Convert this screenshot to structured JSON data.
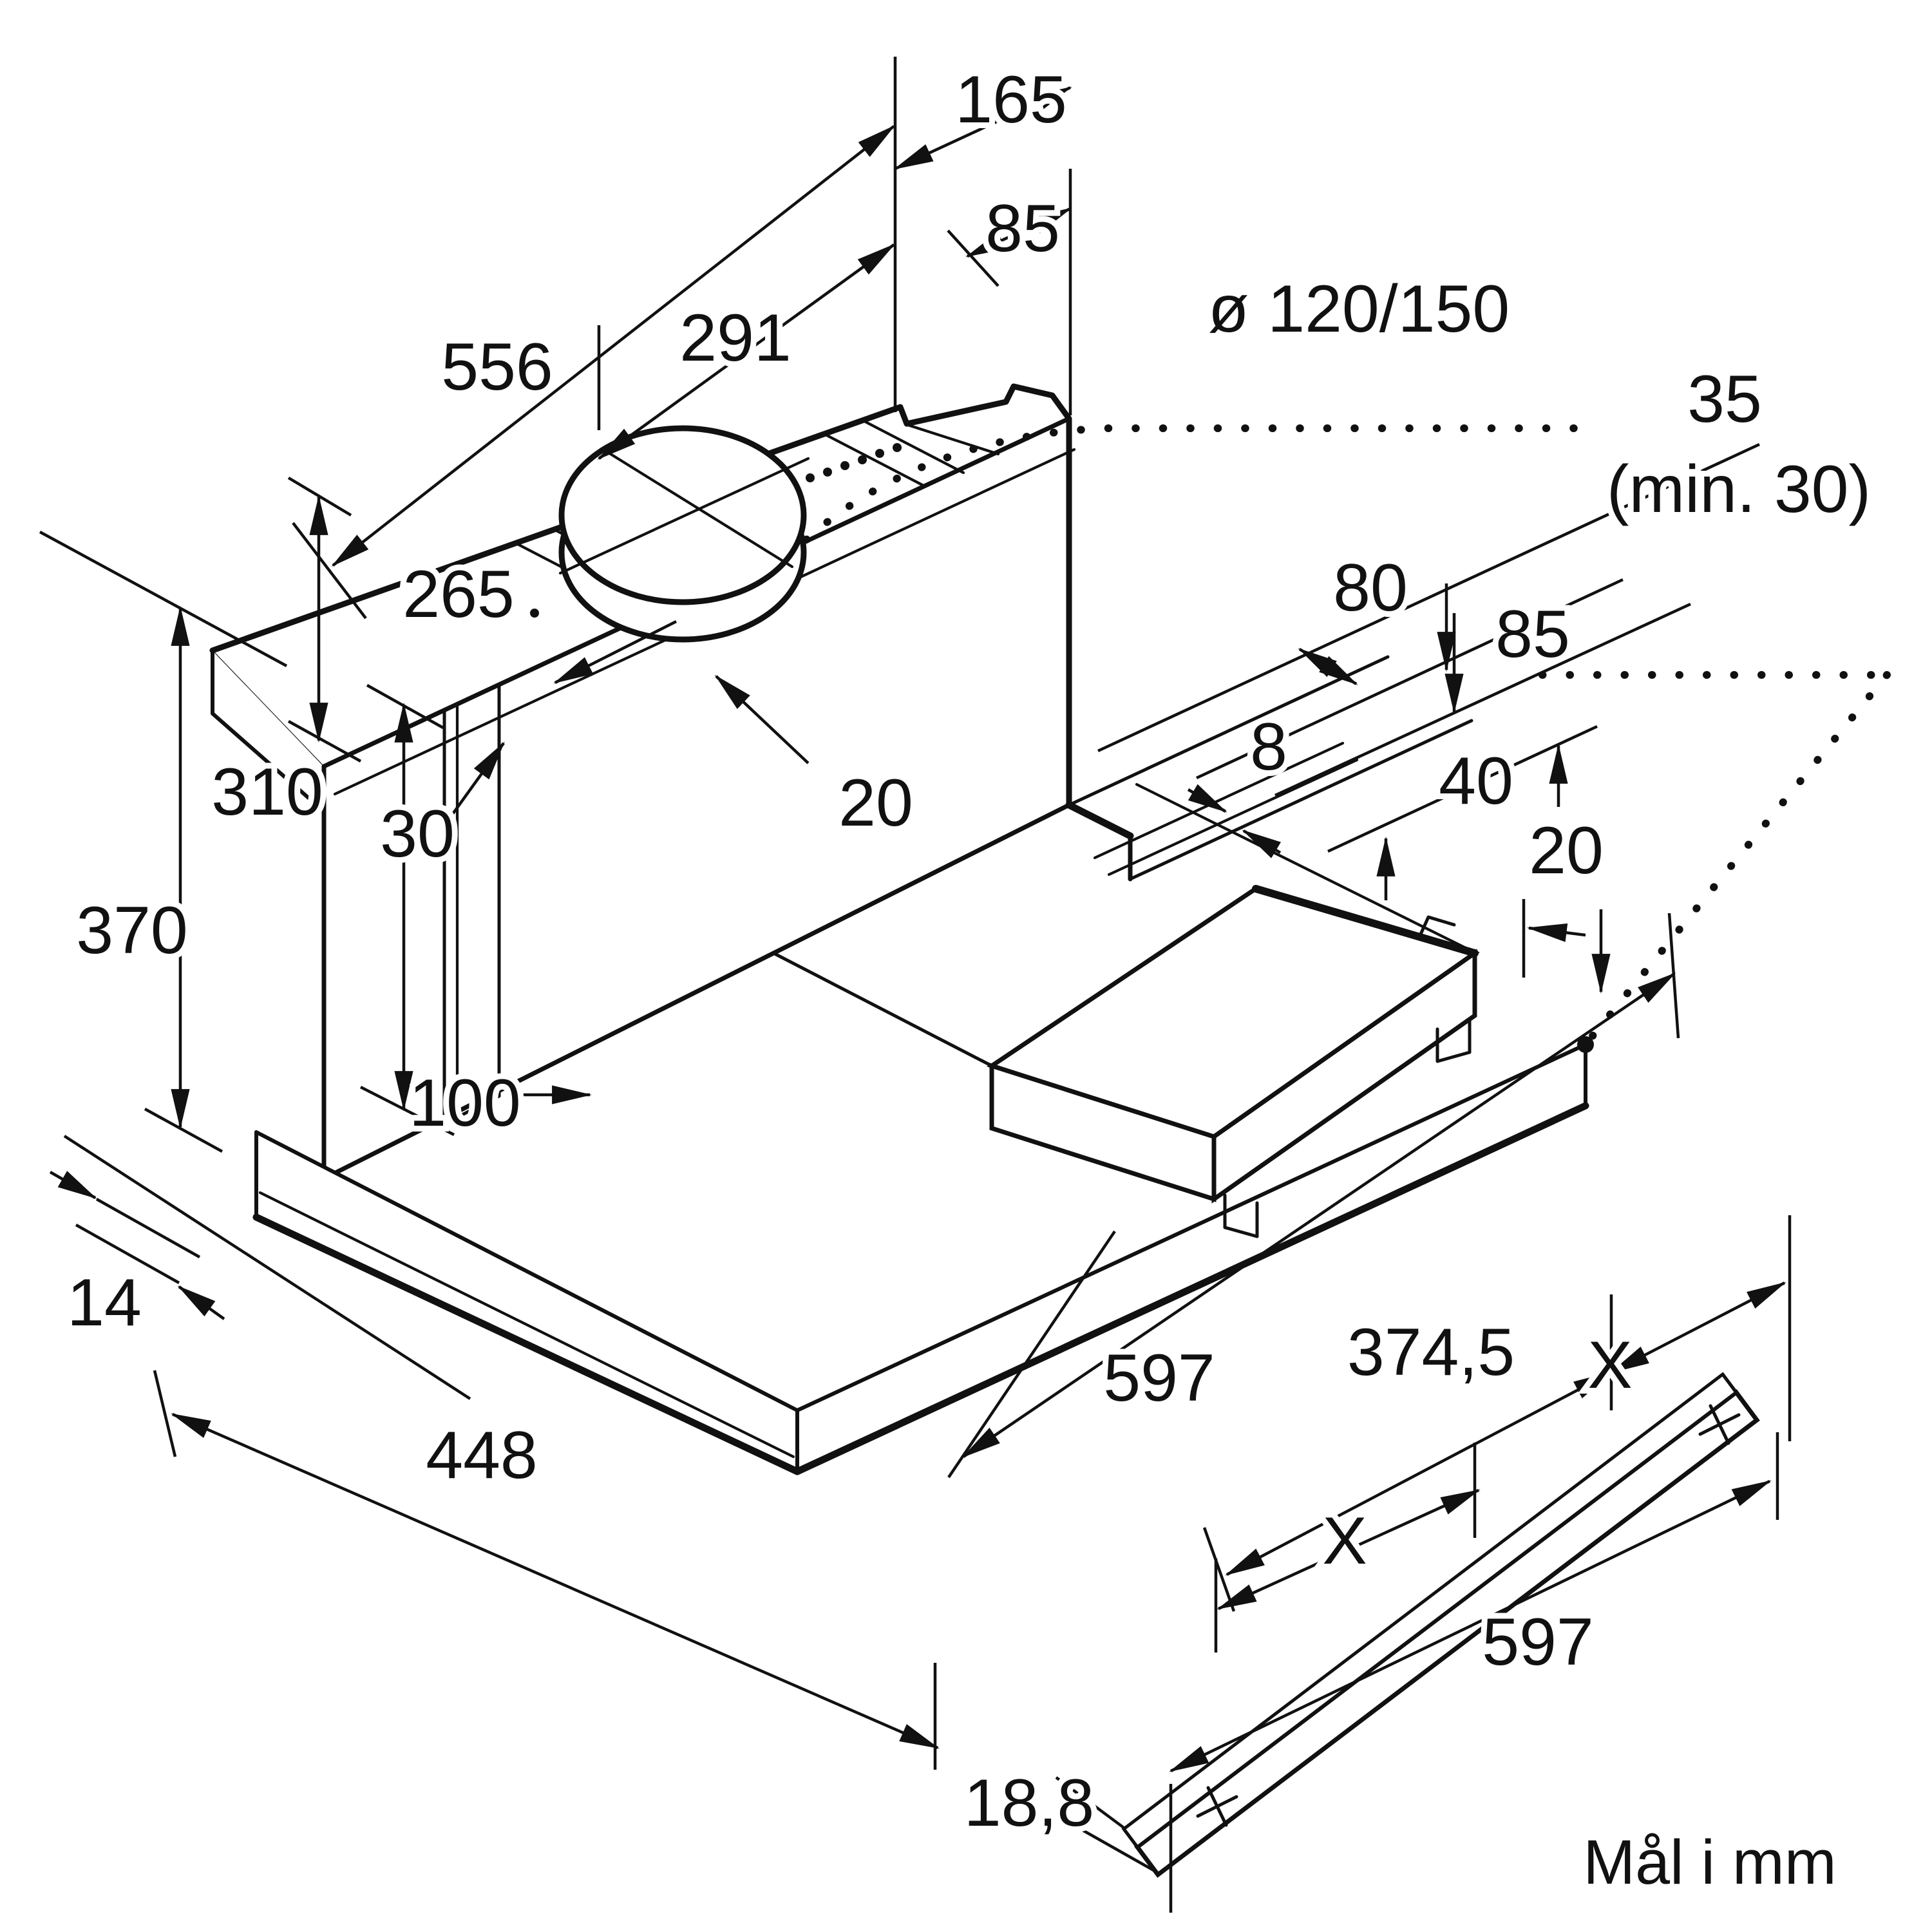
{
  "diagram": {
    "type": "appliance-installation-dimension-drawing",
    "subject": "telescopic cooker hood, isometric view with pull-out drawer and handle strip",
    "unit_note": "Mål i mm",
    "colors": {
      "line": "#111111",
      "background": "#ffffff"
    },
    "dimensions": {
      "d165": "165",
      "d85_top": "85",
      "d556": "556",
      "d291": "291",
      "d265": "265",
      "duct_diameter": "ø 120/150",
      "d35": "35",
      "d35_min": "(min. 30)",
      "d80": "80",
      "d85_right": "85",
      "d8": "8",
      "d40": "40",
      "d20_right": "20",
      "d20_face": "20",
      "d310": "310",
      "d30": "30",
      "d370": "370",
      "d100": "100",
      "d14": "14",
      "d448": "448",
      "d597_top": "597",
      "d374_5": "374,5",
      "dX_right": "X",
      "dX_mid": "X",
      "d597_bottom": "597",
      "d18_8": "18,8"
    }
  }
}
